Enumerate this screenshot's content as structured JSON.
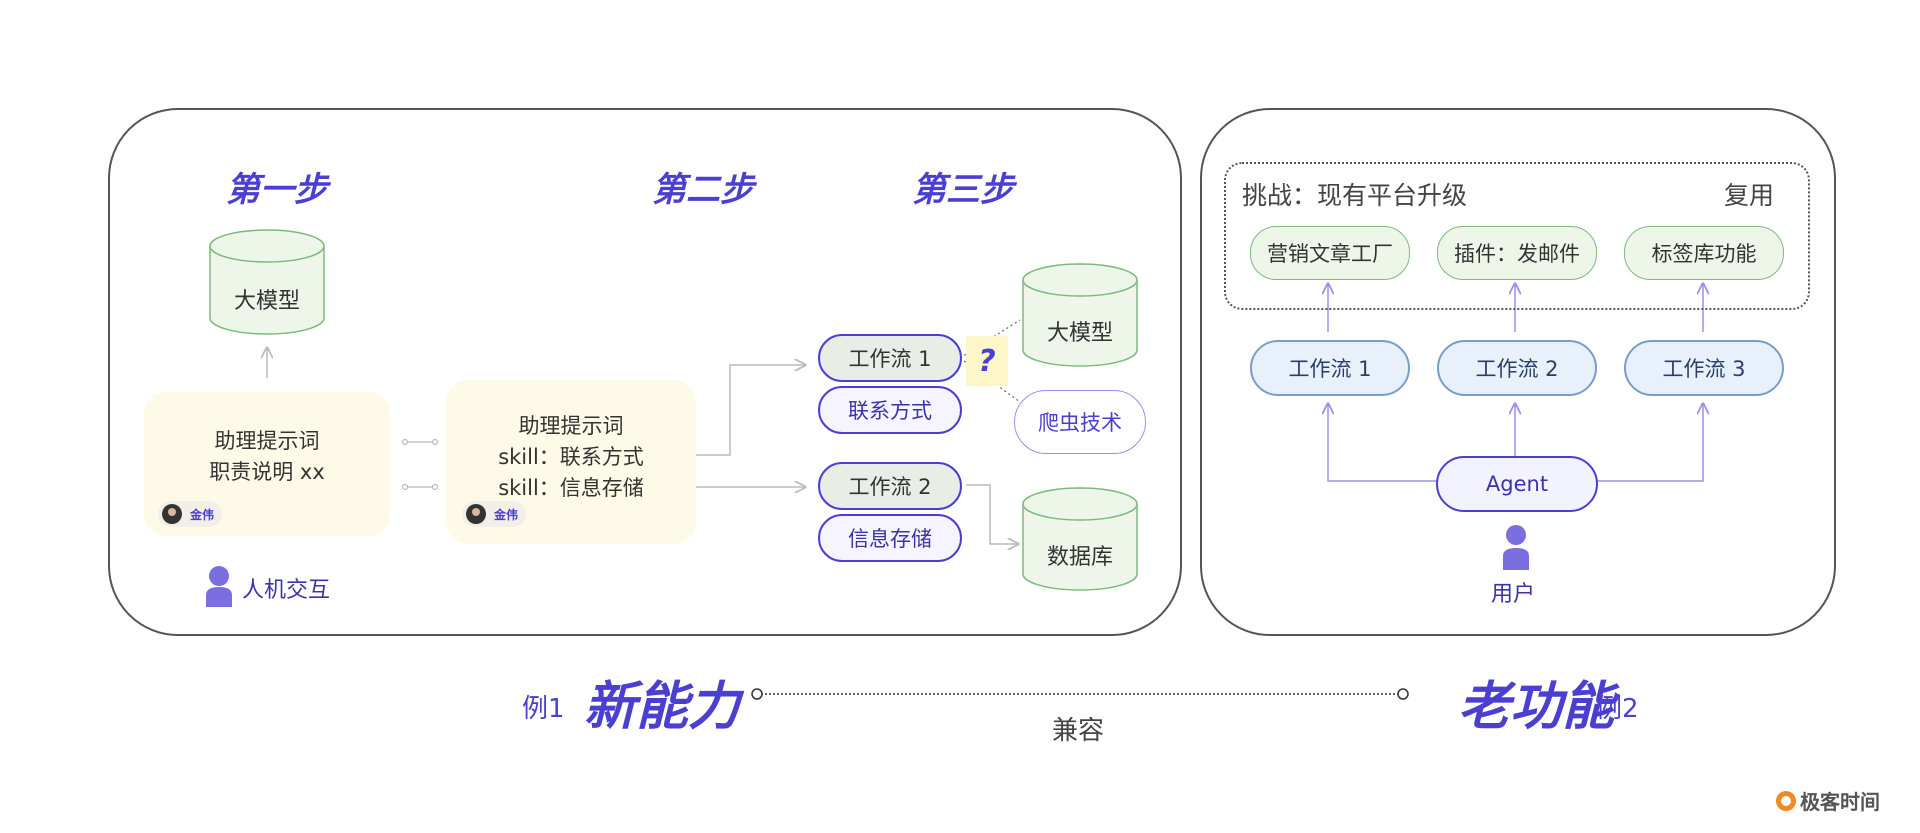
{
  "example1": {
    "steps": [
      "第一步",
      "第二步",
      "第三步"
    ],
    "llm_label": "大模型",
    "card1": {
      "line1": "助理提示词",
      "line2": "职责说明 xx",
      "tag": "金伟"
    },
    "card2": {
      "line1": "助理提示词",
      "line2": "skill：联系方式",
      "line3": "skill：信息存储",
      "tag": "金伟"
    },
    "human_label": "人机交互",
    "workflow1": "工作流 1",
    "contact": "联系方式",
    "workflow2": "工作流 2",
    "info_store": "信息存储",
    "question": "?",
    "llm_right": "大模型",
    "crawler": "爬虫技术",
    "database": "数据库"
  },
  "example2": {
    "challenge": "挑战：现有平台升级",
    "reuse": "复用",
    "features": [
      "营销文章工厂",
      "插件：发邮件",
      "标签库功能"
    ],
    "workflows": [
      "工作流 1",
      "工作流 2",
      "工作流 3"
    ],
    "agent": "Agent",
    "user": "用户"
  },
  "bottom": {
    "ex1_prefix": "例1",
    "ex1_title": "新能力",
    "compat": "兼容",
    "ex2_title": "老功能",
    "ex2_suffix": "例2"
  },
  "brand": {
    "name": "极客时间"
  },
  "colors": {
    "accent": "#4a3fd1",
    "card": "#fdfbe7",
    "green": "#eef6ea",
    "blue": "#e8f1fb"
  }
}
